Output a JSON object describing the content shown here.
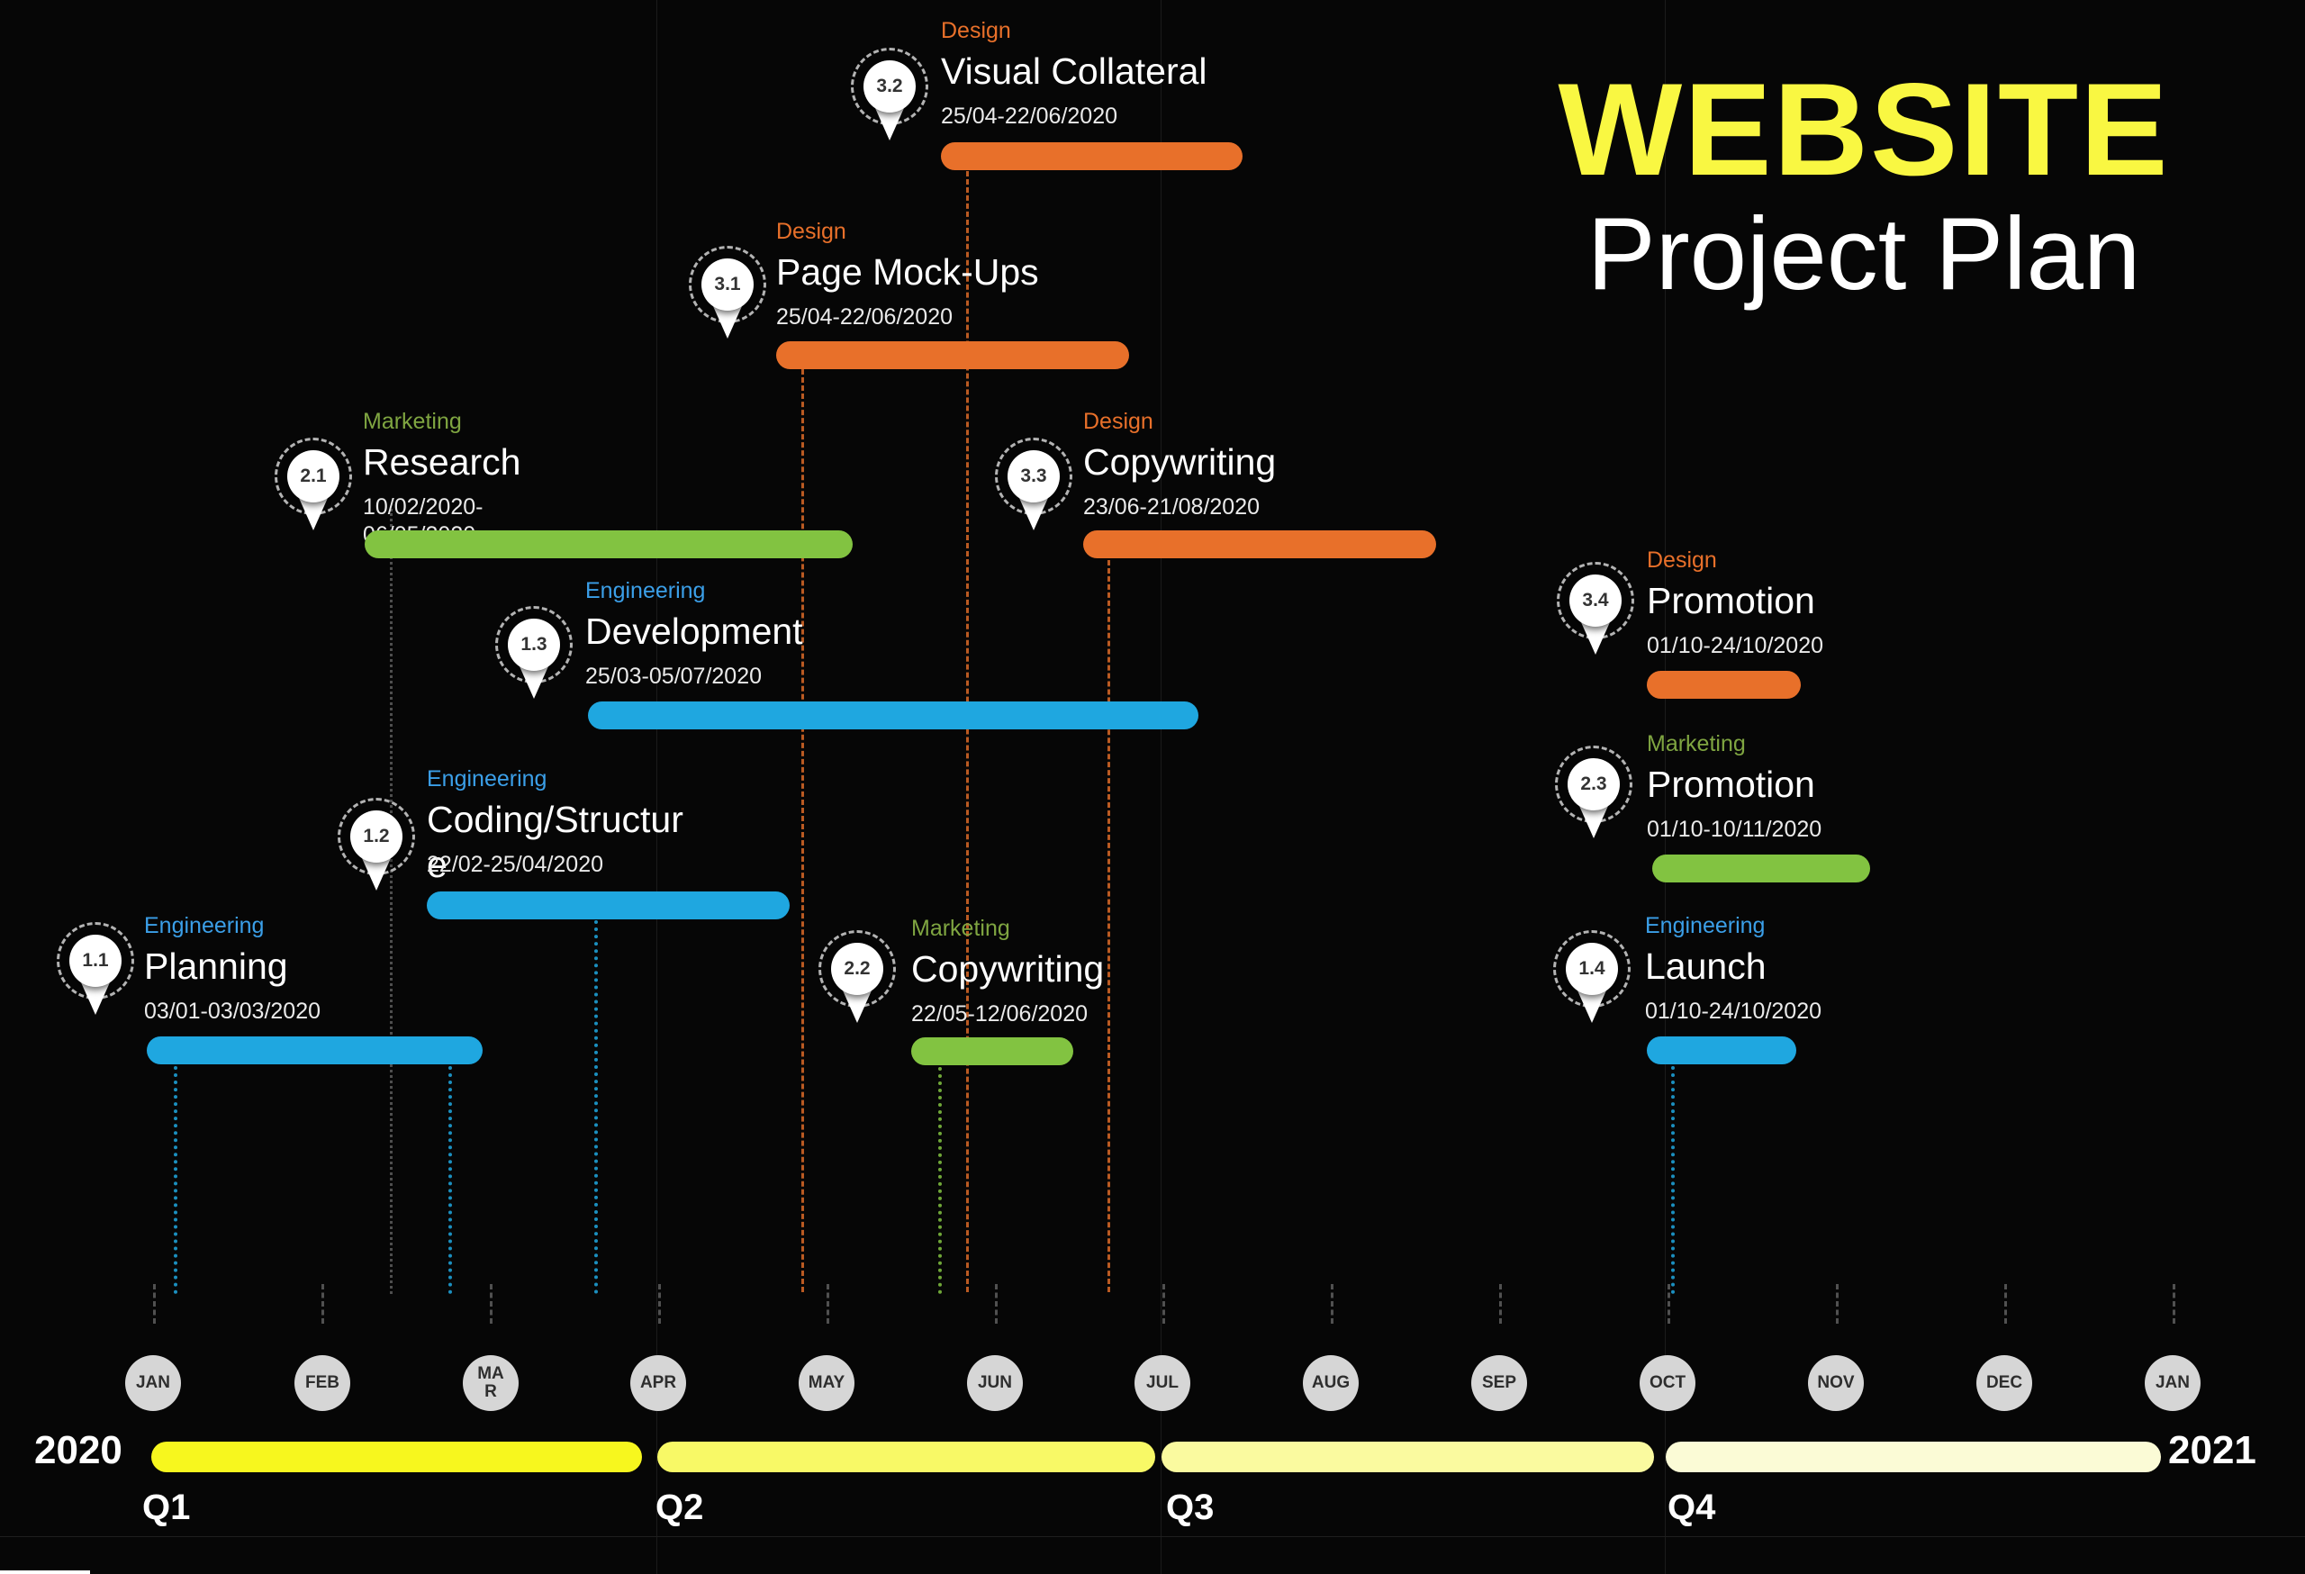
{
  "header": {
    "title_line1": "WEBSITE",
    "title_line2": "Project Plan"
  },
  "chart_data": {
    "type": "bar",
    "subtype": "gantt-timeline",
    "title": "WEBSITE Project Plan",
    "legend_position": "none",
    "x_axis": {
      "months": [
        "JAN",
        "FEB",
        "MAR",
        "APR",
        "MAY",
        "JUN",
        "JUL",
        "AUG",
        "SEP",
        "OCT",
        "NOV",
        "DEC",
        "JAN"
      ],
      "quarters": [
        "Q1",
        "Q2",
        "Q3",
        "Q4"
      ],
      "year_start": "2020",
      "year_end": "2021"
    },
    "teams": [
      {
        "name": "Engineering",
        "color": "#1FA7E0"
      },
      {
        "name": "Marketing",
        "color": "#82C341"
      },
      {
        "name": "Design",
        "color": "#E8702A"
      }
    ],
    "tasks": [
      {
        "id": "1.1",
        "team": "Engineering",
        "name": "Planning",
        "dates": "03/01-03/03/2020",
        "start": "03/01/2020",
        "end": "03/03/2020"
      },
      {
        "id": "1.2",
        "team": "Engineering",
        "name": "Coding/Structure",
        "dates": "22/02-25/04/2020",
        "start": "22/02/2020",
        "end": "25/04/2020"
      },
      {
        "id": "1.3",
        "team": "Engineering",
        "name": "Development",
        "dates": "25/03-05/07/2020",
        "start": "25/03/2020",
        "end": "05/07/2020"
      },
      {
        "id": "1.4",
        "team": "Engineering",
        "name": "Launch",
        "dates": "01/10-24/10/2020",
        "start": "01/10/2020",
        "end": "24/10/2020"
      },
      {
        "id": "2.1",
        "team": "Marketing",
        "name": "Research",
        "dates": "10/02/2020-06/05/2020",
        "start": "10/02/2020",
        "end": "06/05/2020"
      },
      {
        "id": "2.2",
        "team": "Marketing",
        "name": "Copywriting",
        "dates": "22/05-12/06/2020",
        "start": "22/05/2020",
        "end": "12/06/2020"
      },
      {
        "id": "2.3",
        "team": "Marketing",
        "name": "Promotion",
        "dates": "01/10-10/11/2020",
        "start": "01/10/2020",
        "end": "10/11/2020"
      },
      {
        "id": "3.1",
        "team": "Design",
        "name": "Page Mock-Ups",
        "dates": "25/04-22/06/2020",
        "start": "25/04/2020",
        "end": "22/06/2020"
      },
      {
        "id": "3.2",
        "team": "Design",
        "name": "Visual Collateral",
        "dates": "25/04-22/06/2020",
        "start": "25/04/2020",
        "end": "22/06/2020"
      },
      {
        "id": "3.3",
        "team": "Design",
        "name": "Copywriting",
        "dates": "23/06-21/08/2020",
        "start": "23/06/2020",
        "end": "21/08/2020"
      },
      {
        "id": "3.4",
        "team": "Design",
        "name": "Promotion",
        "dates": "01/10-24/10/2020",
        "start": "01/10/2020",
        "end": "24/10/2020"
      }
    ],
    "quarter_colors": [
      "#F7F71E",
      "#F8F966",
      "#FAFA9F",
      "#FBFBD6"
    ]
  }
}
